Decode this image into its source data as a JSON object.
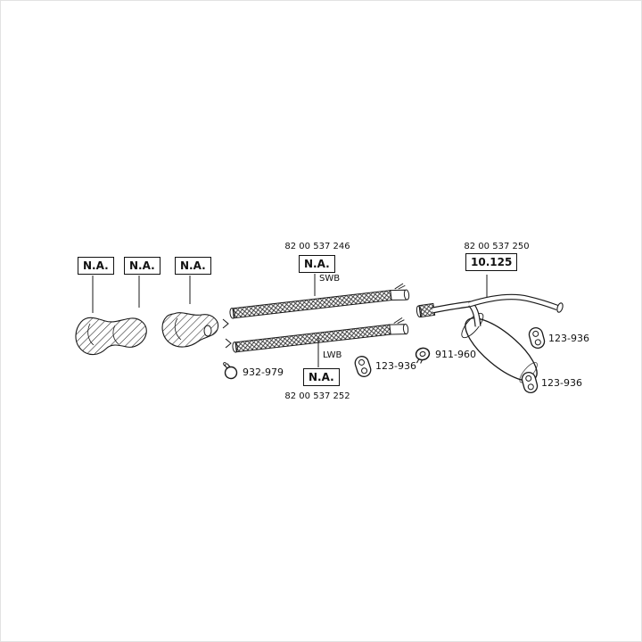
{
  "page": {
    "background": "#ffffff",
    "border_color": "#e2e2e2",
    "line_color": "#1a1a1a"
  },
  "callouts": {
    "na_left": [
      {
        "label": "N.A."
      },
      {
        "label": "N.A."
      },
      {
        "label": "N.A."
      }
    ],
    "swb": {
      "part_number": "82 00 537 246",
      "label": "N.A.",
      "variant": "SWB"
    },
    "lwb": {
      "variant": "LWB",
      "label": "N.A.",
      "part_number": "82 00 537 252"
    },
    "rear": {
      "part_number": "82 00 537 250",
      "label": "10.125"
    },
    "clamp": {
      "part_number": "932-979"
    },
    "hanger_mid": {
      "part_number": "123-936"
    },
    "hanger_top_right": {
      "part_number": "123-936"
    },
    "hanger_bottom_right": {
      "part_number": "123-936"
    },
    "gasket": {
      "part_number": "911-960"
    }
  },
  "icons": {
    "clamp": "clamp-icon",
    "rubber_hanger": "rubber-hanger-icon",
    "gasket_ring": "gasket-ring-icon"
  }
}
